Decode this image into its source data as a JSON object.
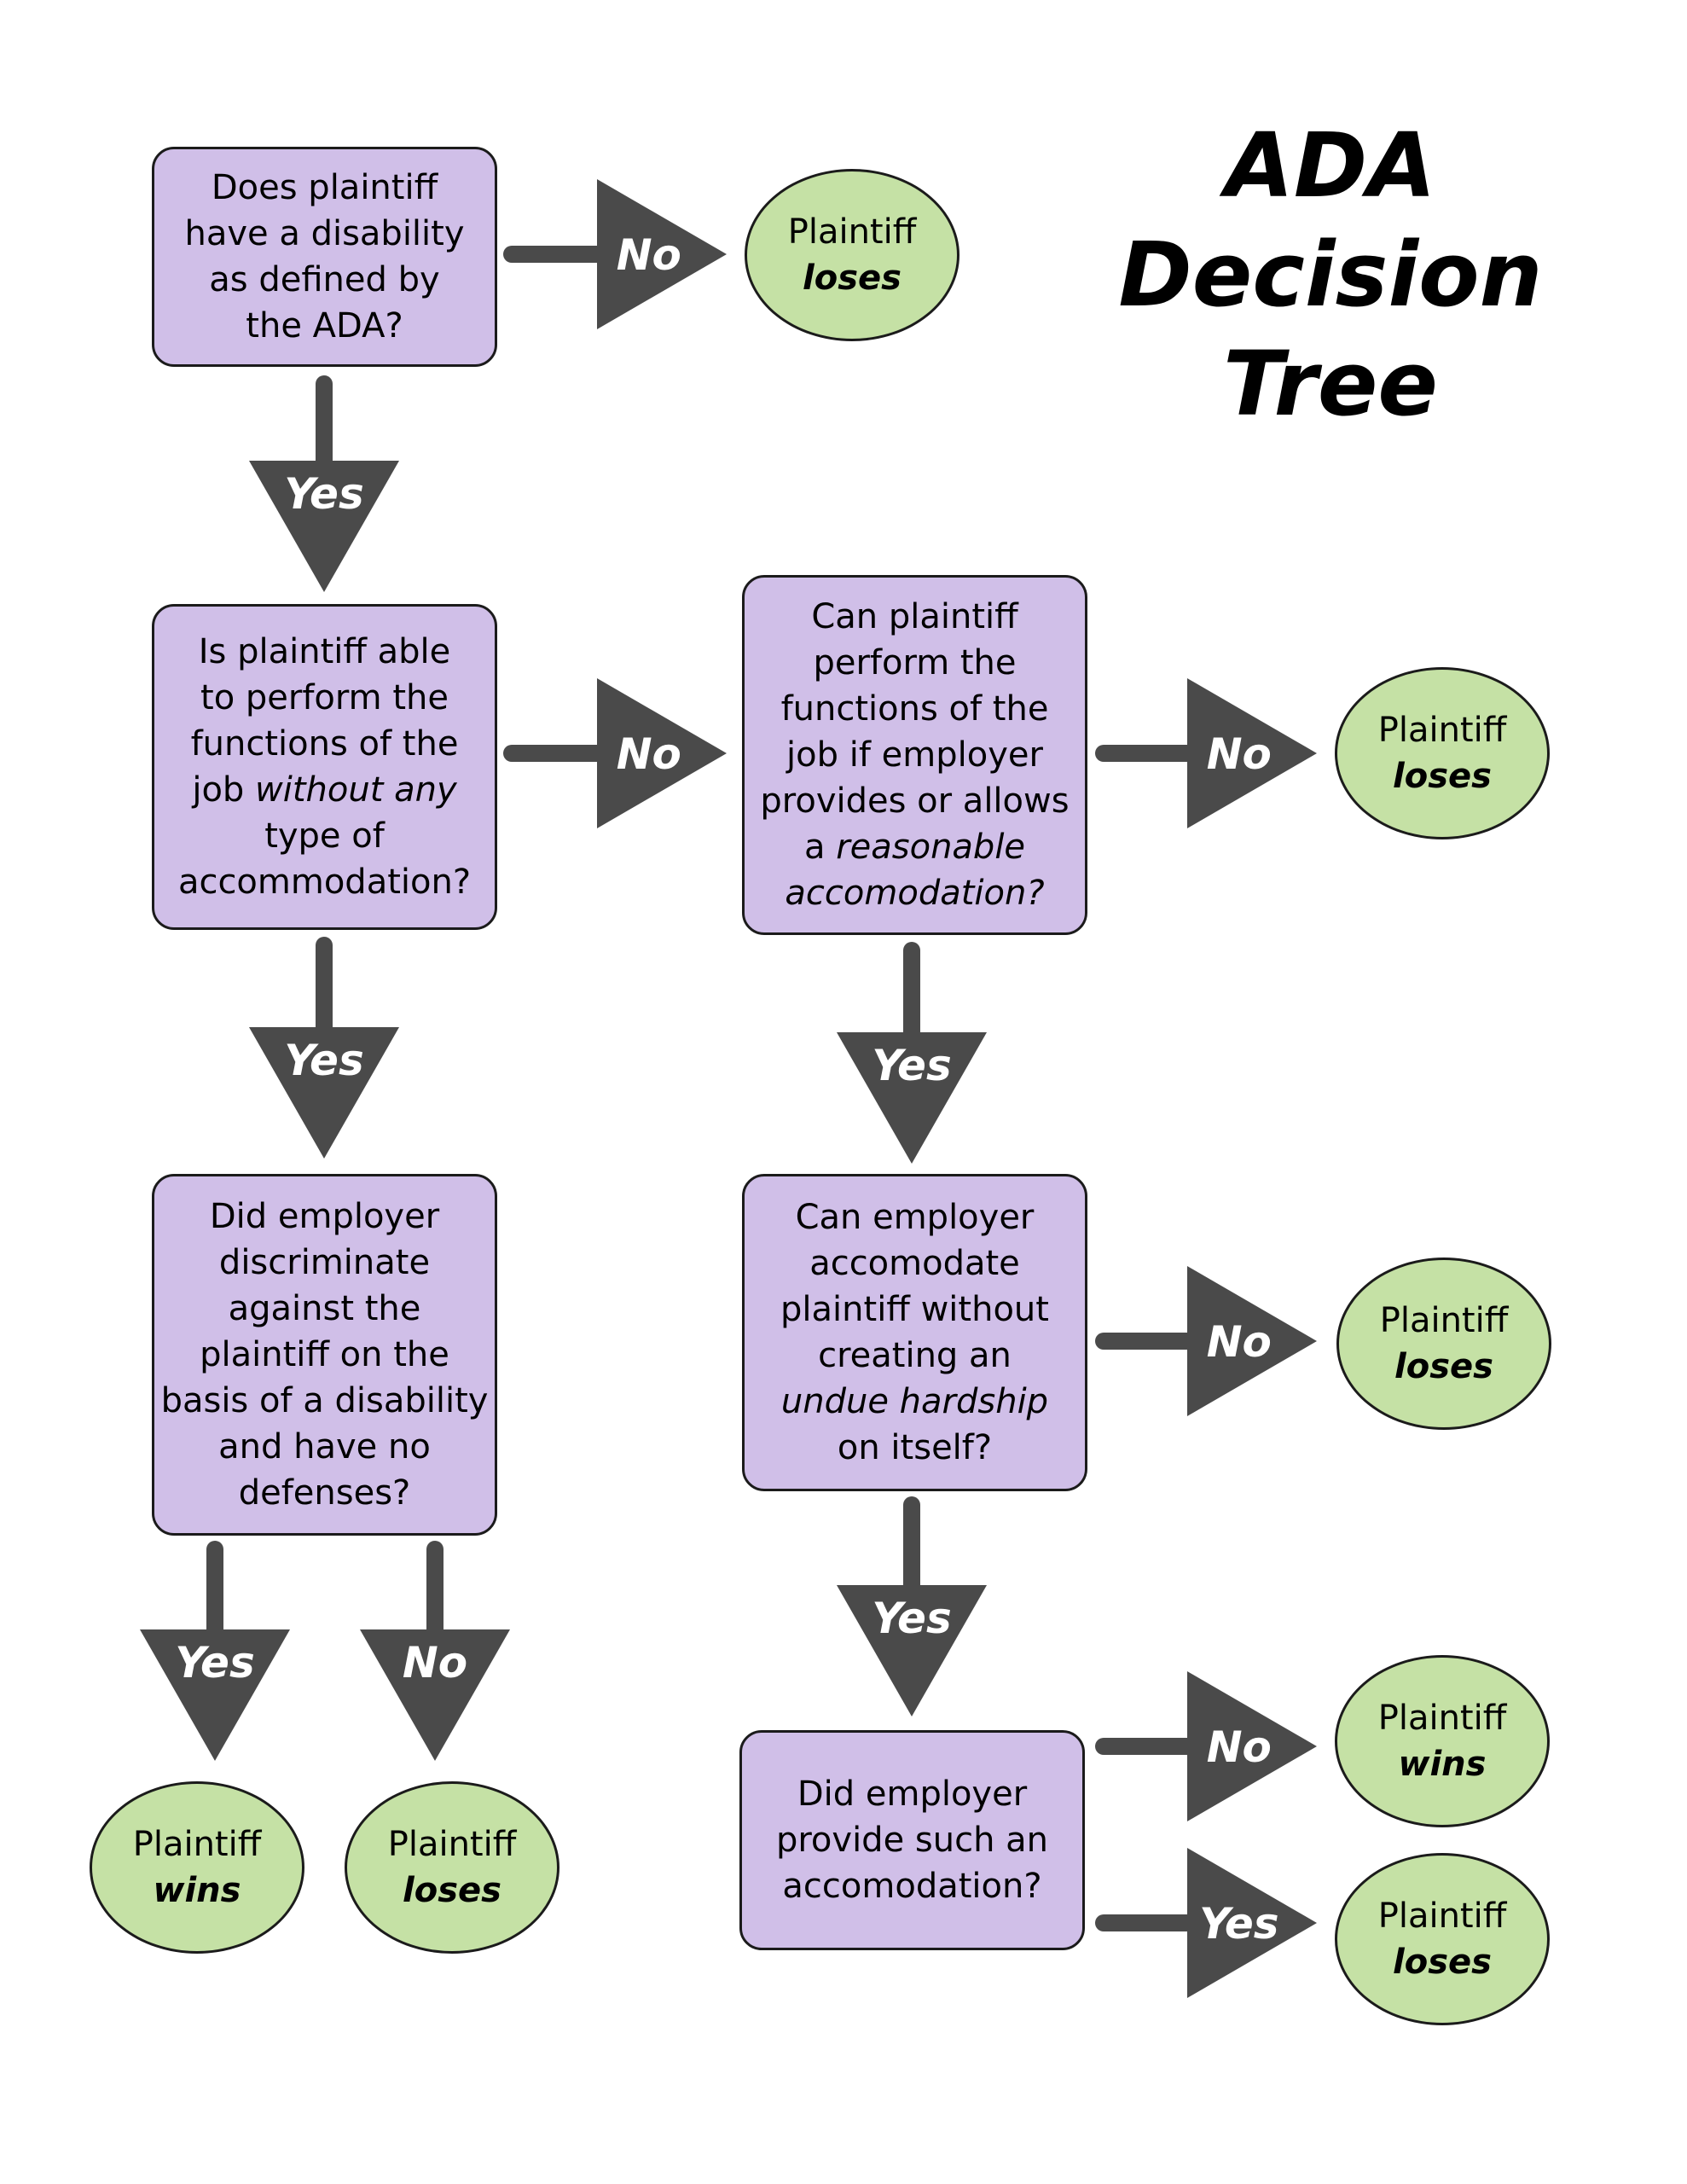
{
  "title": {
    "lines": [
      "ADA",
      "Decision",
      "Tree"
    ]
  },
  "colors": {
    "question_fill": "#d0bfe8",
    "outcome_fill": "#c5e1a5",
    "arrow_fill": "#4a4a4a",
    "border": "#1b1b1b"
  },
  "questions": [
    {
      "id": "q1",
      "lines": [
        [
          "Does plaintiff"
        ],
        [
          "have a disability"
        ],
        [
          "as defined by"
        ],
        [
          "the ADA?"
        ]
      ]
    },
    {
      "id": "q2",
      "lines": [
        [
          "Is plaintiff able"
        ],
        [
          "to perform the"
        ],
        [
          "functions of the"
        ],
        [
          "job ",
          "without any"
        ],
        [
          "type of"
        ],
        [
          "accommodation?"
        ]
      ]
    },
    {
      "id": "q3",
      "lines": [
        [
          "Can plaintiff"
        ],
        [
          "perform the"
        ],
        [
          "functions of the"
        ],
        [
          "job if employer"
        ],
        [
          "provides or allows"
        ],
        [
          "a ",
          "reasonable"
        ],
        [
          "",
          "accomodation?"
        ]
      ]
    },
    {
      "id": "q4",
      "lines": [
        [
          "Did employer"
        ],
        [
          "discriminate"
        ],
        [
          "against the"
        ],
        [
          "plaintiff on the"
        ],
        [
          "basis of a disability"
        ],
        [
          "and have no"
        ],
        [
          "defenses?"
        ]
      ]
    },
    {
      "id": "q5",
      "lines": [
        [
          "Can employer"
        ],
        [
          "accomodate"
        ],
        [
          "plaintiff without"
        ],
        [
          "creating an"
        ],
        [
          "",
          "undue hardship"
        ],
        [
          "on itself?"
        ]
      ]
    },
    {
      "id": "q6",
      "lines": [
        [
          "Did employer"
        ],
        [
          "provide such an"
        ],
        [
          "accomodation?"
        ]
      ]
    }
  ],
  "outcomes": [
    {
      "id": "o1",
      "party": "Plaintiff",
      "result": "loses"
    },
    {
      "id": "o2",
      "party": "Plaintiff",
      "result": "loses"
    },
    {
      "id": "o3",
      "party": "Plaintiff",
      "result": "loses"
    },
    {
      "id": "o4",
      "party": "Plaintiff",
      "result": "wins"
    },
    {
      "id": "o5",
      "party": "Plaintiff",
      "result": "loses"
    },
    {
      "id": "o6",
      "party": "Plaintiff",
      "result": "wins"
    },
    {
      "id": "o7",
      "party": "Plaintiff",
      "result": "loses"
    }
  ],
  "arrows": [
    {
      "id": "a1",
      "label": "No",
      "from": "q1",
      "to": "o1"
    },
    {
      "id": "a2",
      "label": "Yes",
      "from": "q1",
      "to": "q2"
    },
    {
      "id": "a3",
      "label": "No",
      "from": "q2",
      "to": "q3"
    },
    {
      "id": "a4",
      "label": "No",
      "from": "q3",
      "to": "o2"
    },
    {
      "id": "a5",
      "label": "Yes",
      "from": "q2",
      "to": "q4"
    },
    {
      "id": "a6",
      "label": "Yes",
      "from": "q3",
      "to": "q5"
    },
    {
      "id": "a7",
      "label": "No",
      "from": "q5",
      "to": "o3"
    },
    {
      "id": "a8",
      "label": "Yes",
      "from": "q4",
      "to": "o4"
    },
    {
      "id": "a9",
      "label": "No",
      "from": "q4",
      "to": "o5"
    },
    {
      "id": "a10",
      "label": "Yes",
      "from": "q5",
      "to": "q6"
    },
    {
      "id": "a11",
      "label": "No",
      "from": "q6",
      "to": "o6"
    },
    {
      "id": "a12",
      "label": "Yes",
      "from": "q6",
      "to": "o7"
    }
  ]
}
